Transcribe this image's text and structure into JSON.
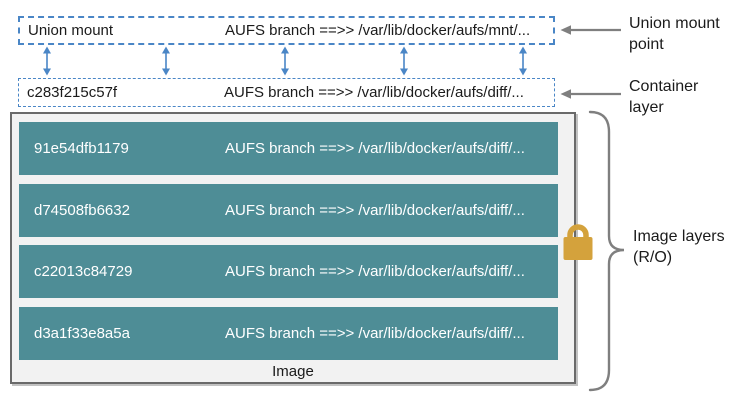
{
  "diagram": {
    "union_mount": {
      "id": "Union mount",
      "path": "AUFS branch ==>> /var/lib/docker/aufs/mnt/..."
    },
    "container_layer": {
      "id": "c283f215c57f",
      "path": "AUFS branch ==>> /var/lib/docker/aufs/diff/..."
    },
    "image": {
      "label": "Image",
      "layers": [
        {
          "id": "91e54dfb1179",
          "path": "AUFS branch ==>> /var/lib/docker/aufs/diff/..."
        },
        {
          "id": "d74508fb6632",
          "path": "AUFS branch ==>> /var/lib/docker/aufs/diff/..."
        },
        {
          "id": "c22013c84729",
          "path": "AUFS branch ==>> /var/lib/docker/aufs/diff/..."
        },
        {
          "id": "d3a1f33e8a5a",
          "path": "AUFS branch ==>> /var/lib/docker/aufs/diff/..."
        }
      ]
    },
    "annotations": {
      "union_mount_point": "Union mount point",
      "container_layer": "Container layer",
      "image_layers": "Image layers (R/O)"
    },
    "icons": {
      "lock": "padlock",
      "blue_arrow": "vertical-double-arrow",
      "gray_arrow": "left-pointing-arrow",
      "brace": "right-curly-brace"
    },
    "colors": {
      "layer_teal": "#4e8d96",
      "arrow_blue": "#4a86c6",
      "annotation_gray": "#7f7f7f",
      "lock_gold": "#d4a23c",
      "image_box_fill": "#f2f2f2",
      "image_box_border": "#6a6a6a"
    }
  }
}
